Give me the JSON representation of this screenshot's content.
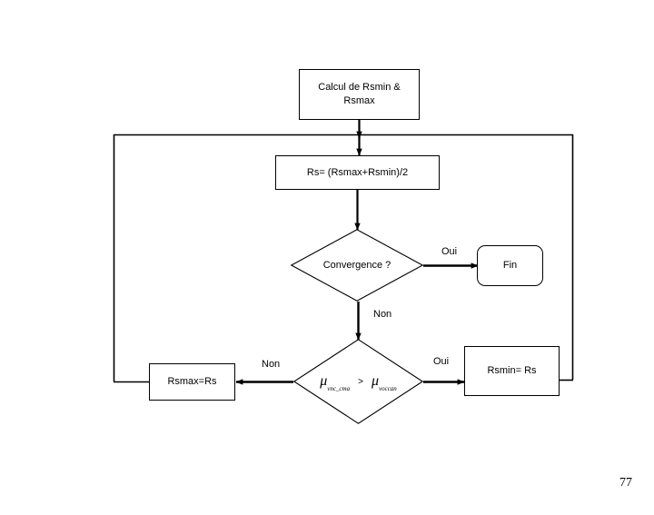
{
  "diagram": {
    "type": "flowchart",
    "title_text": "",
    "nodes": [
      {
        "id": "calcul",
        "shape": "process",
        "label": "Calcul de  Rsmin &\nRsmax"
      },
      {
        "id": "rs",
        "shape": "process",
        "label": "Rs= (Rsmax+Rsmin)/2"
      },
      {
        "id": "convergence",
        "shape": "decision",
        "label": "Convergence ?"
      },
      {
        "id": "fin",
        "shape": "terminator",
        "label": "Fin"
      },
      {
        "id": "compare",
        "shape": "decision",
        "label": "μvnc_cma > μvoccan"
      },
      {
        "id": "rsmax",
        "shape": "process",
        "label": "Rsmax=Rs"
      },
      {
        "id": "rsmin",
        "shape": "process",
        "label": "Rsmin= Rs"
      }
    ],
    "labels": {
      "calcul_line1": "Calcul de  Rsmin &",
      "calcul_line2": "Rsmax",
      "rs": "Rs= (Rsmax+Rsmin)/2",
      "convergence": "Convergence ?",
      "fin": "Fin",
      "rsmax": "Rsmax=Rs",
      "rsmin": "Rsmin= Rs"
    },
    "compare_expression": {
      "left_symbol": "μ",
      "left_subscript": "vnc_cma",
      "operator": ">",
      "right_symbol": "μ",
      "right_subscript": "voccan"
    },
    "edge_labels": {
      "convergence_yes": "Oui",
      "convergence_no": "Non",
      "compare_no": "Non",
      "compare_yes": "Oui"
    },
    "colors": {
      "stroke": "#000000",
      "fill": "#ffffff",
      "text": "#000000",
      "background": "#ffffff"
    }
  },
  "page": {
    "number": "77"
  }
}
